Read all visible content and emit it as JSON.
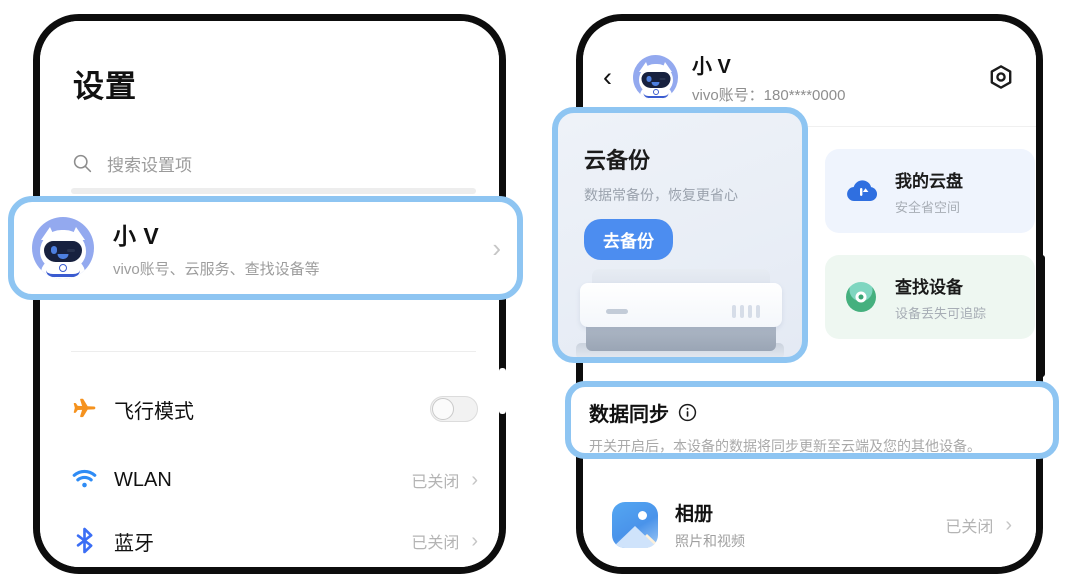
{
  "colors": {
    "highlight_border": "#8ec5f2",
    "accent_blue": "#4c8df0",
    "avatar_bg": "#93a9ef",
    "wlan_blue": "#2f8cf5",
    "bluetooth_blue": "#3b6ef5",
    "airplane_orange": "#f5921e",
    "green": "#45b07e",
    "muted_text": "#a9a9a9"
  },
  "left_phone": {
    "page_title": "设置",
    "search": {
      "placeholder": "搜索设置项",
      "icon": "search-icon"
    },
    "profile_card": {
      "name": "小 V",
      "subtitle": "vivo账号、云服务、查找设备等",
      "chevron": "›",
      "avatar_icon": "vivo-mascot-avatar"
    },
    "rows": [
      {
        "icon": "airplane-icon",
        "label": "飞行模式",
        "control": "toggle",
        "toggle_on": false,
        "value": "",
        "chevron": ""
      },
      {
        "icon": "wifi-icon",
        "label": "WLAN",
        "control": "value",
        "value": "已关闭",
        "chevron": "›"
      },
      {
        "icon": "bluetooth-icon",
        "label": "蓝牙",
        "control": "value",
        "value": "已关闭",
        "chevron": "›"
      }
    ]
  },
  "right_phone": {
    "header": {
      "back": "‹",
      "name": "小 V",
      "account": "vivo账号：180****0000",
      "settings_icon": "hex-gear-icon"
    },
    "backup_card": {
      "title": "云备份",
      "subtitle": "数据常备份，恢复更省心",
      "button": "去备份",
      "illustration": "server-device-illustration"
    },
    "mini_cards": [
      {
        "icon": "cloud-drive-icon",
        "title": "我的云盘",
        "subtitle": "安全省空间",
        "bg": "#eff4fd"
      },
      {
        "icon": "find-device-icon",
        "title": "查找设备",
        "subtitle": "设备丢失可追踪",
        "bg": "#eef7f1"
      }
    ],
    "data_sync": {
      "title": "数据同步",
      "info_icon": "info-icon",
      "description": "开关开启后，本设备的数据将同步更新至云端及您的其他设备。"
    },
    "album_row": {
      "icon": "gallery-icon",
      "title": "相册",
      "subtitle": "照片和视频",
      "value": "已关闭",
      "chevron": "›"
    }
  }
}
